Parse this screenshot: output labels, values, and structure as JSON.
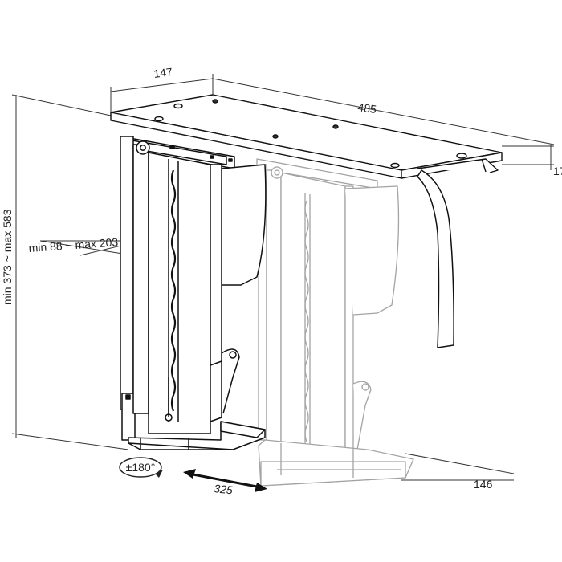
{
  "dimensions": {
    "width_top": "147",
    "length_top": "485",
    "depth_right": "17",
    "height_range": "min 373 ~ max 583",
    "width_range": "min 88 ~ max 203",
    "rotation": "±180°",
    "slide": "325",
    "base_depth": "146"
  }
}
